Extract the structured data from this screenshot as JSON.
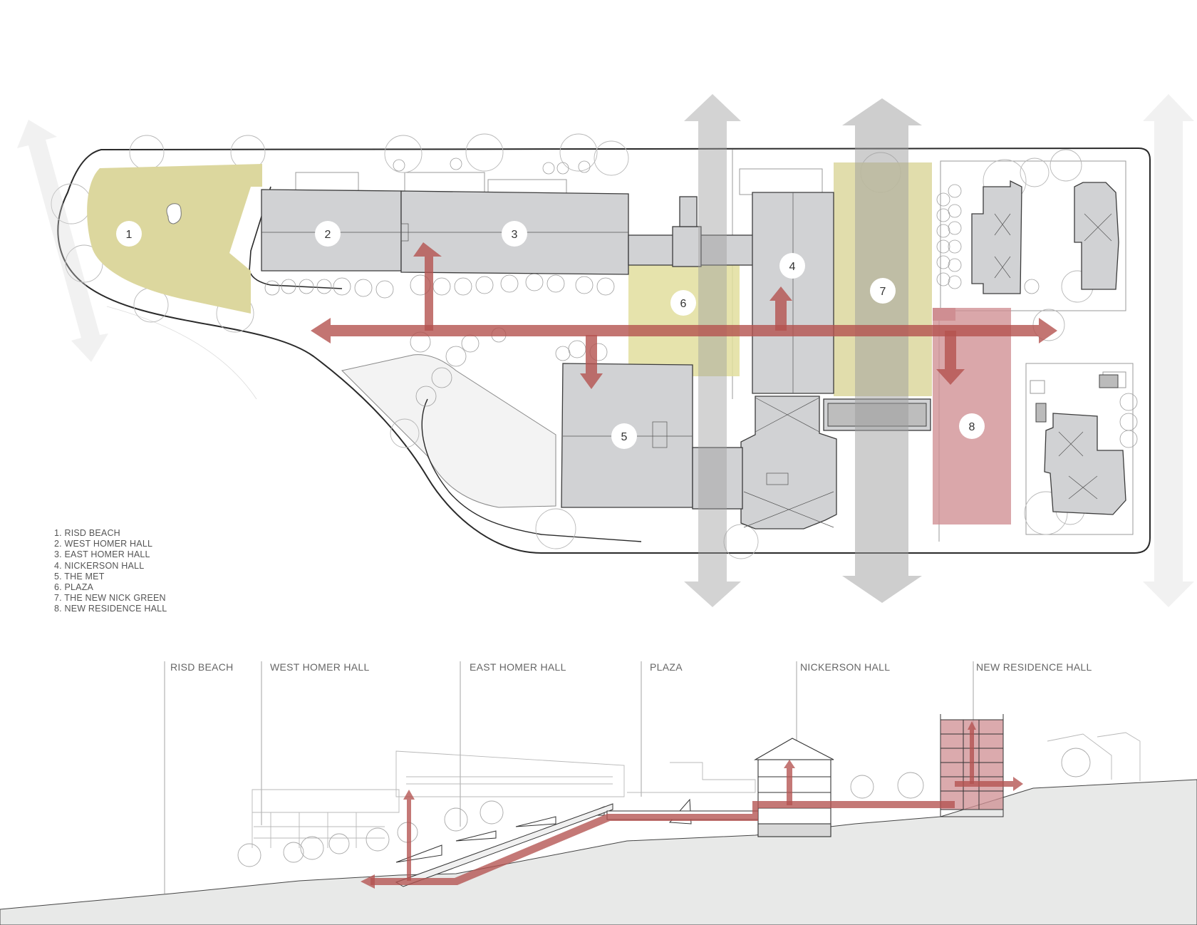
{
  "legend": [
    "1. RISD BEACH",
    "2. WEST HOMER HALL",
    "3. EAST HOMER HALL",
    "4. NICKERSON HALL",
    "5. THE MET",
    "6. PLAZA",
    "7. THE NEW NICK GREEN",
    "8. NEW RESIDENCE HALL"
  ],
  "markers": [
    "1",
    "2",
    "3",
    "4",
    "5",
    "6",
    "7",
    "8"
  ],
  "section_labels": [
    "RISD BEACH",
    "WEST HOMER HALL",
    "EAST HOMER HALL",
    "PLAZA",
    "NICKERSON HALL",
    "NEW RESIDENCE HALL"
  ],
  "colors": {
    "building": "#d1d2d4",
    "green_space": "#dcd79e",
    "residence": "#cf8e92",
    "circulation": "#b4524f",
    "gray_arrow": "#bdbdbd",
    "ground": "#e8e9e8"
  }
}
